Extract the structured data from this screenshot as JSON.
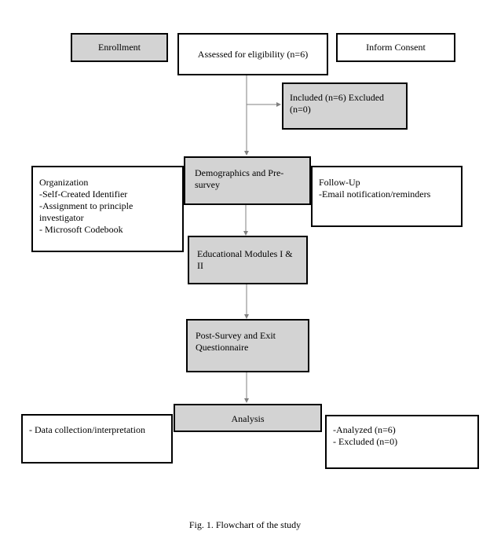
{
  "flowchart": {
    "enrollment": "Enrollment",
    "eligibility": "Assessed for eligibility (n=6)",
    "consent": "Inform Consent",
    "included": [
      "Included (n=6) Excluded",
      "(n=0)"
    ],
    "demographics": [
      "Demographics and Pre-",
      "survey"
    ],
    "organization": [
      "Organization",
      "-Self-Created Identifier",
      "-Assignment to principle",
      "investigator",
      "- Microsoft Codebook"
    ],
    "followup": [
      "Follow-Up",
      "-Email notification/reminders"
    ],
    "modules": [
      "Educational Modules I &",
      "II"
    ],
    "postsurvey": [
      "Post-Survey and Exit",
      "Questionnaire"
    ],
    "analysis": "Analysis",
    "datacollection": "- Data collection/interpretation",
    "analyzed": [
      "-Analyzed (n=6)",
      "- Excluded (n=0)"
    ]
  },
  "caption": "Fig. 1. Flowchart of the study",
  "colors": {
    "box_fill_gray": "#d3d3d3",
    "border": "#000000",
    "arrow": "#808080"
  }
}
